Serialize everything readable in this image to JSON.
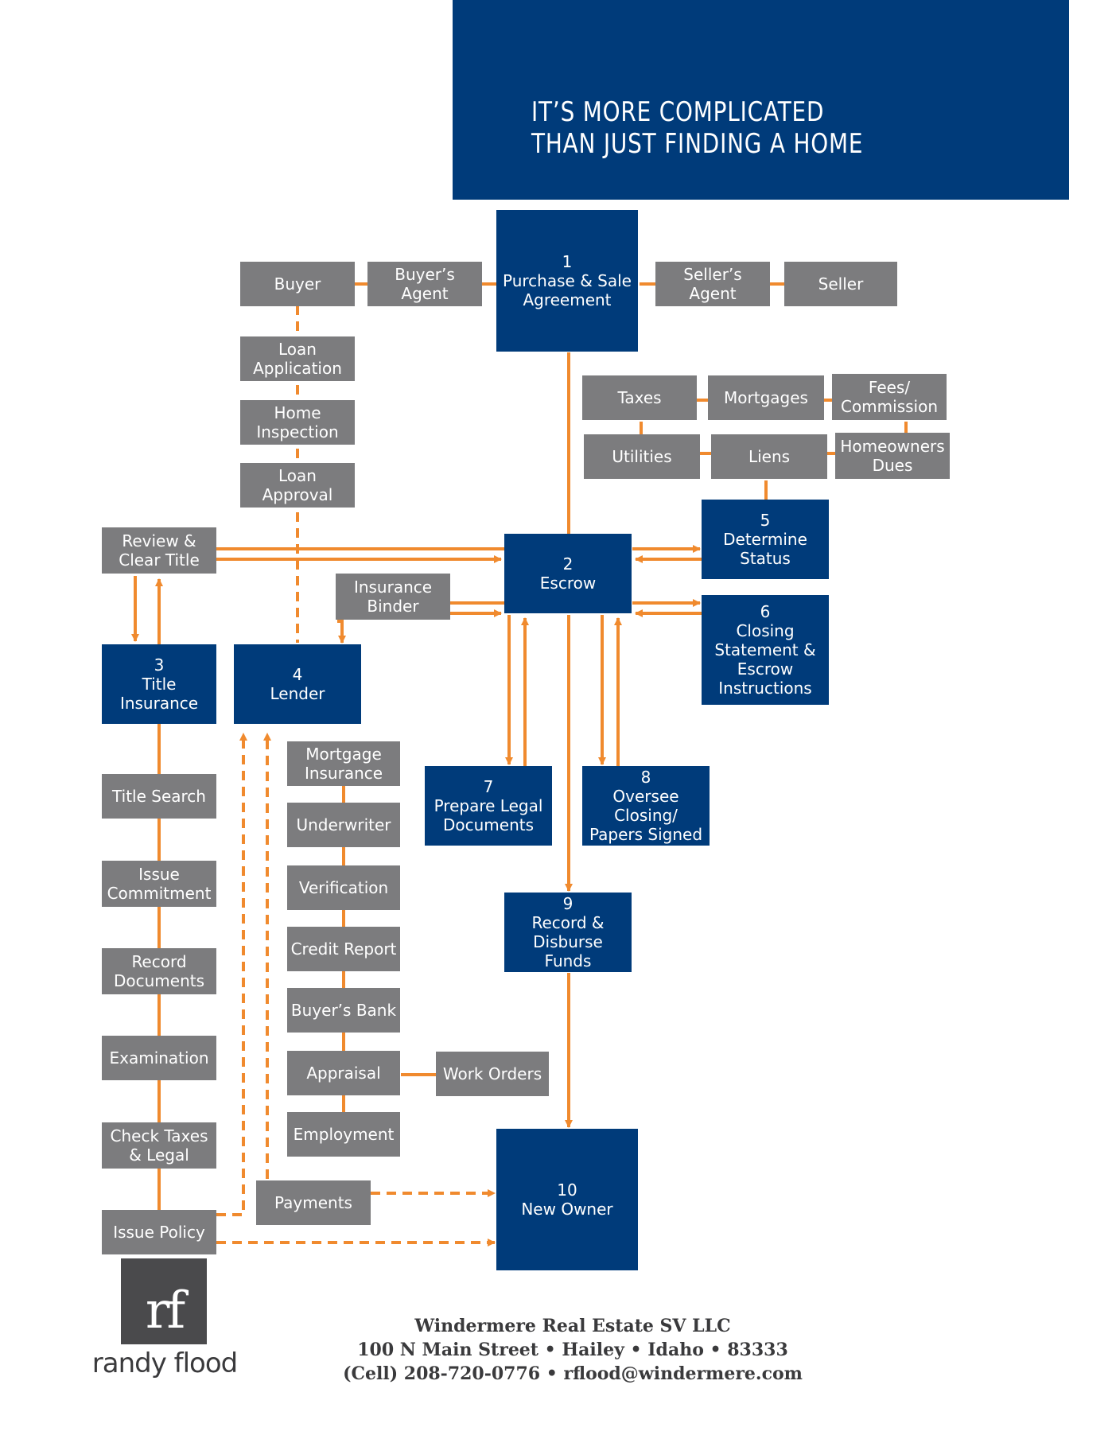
{
  "header": {
    "title_line1": "IT’S MORE COMPLICATED",
    "title_line2": "THAN JUST FINDING A HOME"
  },
  "boxes": {
    "purchase_sale_agreement": "1\nPurchase & Sale\nAgreement",
    "buyer": "Buyer",
    "buyers_agent": "Buyer’s\nAgent",
    "sellers_agent": "Seller’s\nAgent",
    "seller": "Seller",
    "loan_application": "Loan\nApplication",
    "home_inspection": "Home\nInspection",
    "loan_approval": "Loan\nApproval",
    "taxes": "Taxes",
    "mortgages": "Mortgages",
    "fees_commission": "Fees/\nCommission",
    "utilities": "Utilities",
    "liens": "Liens",
    "homeowners_dues": "Homeowners\nDues",
    "determine_status": "5\nDetermine\nStatus",
    "review_clear_title": "Review &\nClear Title",
    "escrow": "2\nEscrow",
    "insurance_binder": "Insurance\nBinder",
    "closing_statement": "6\nClosing\nStatement &\nEscrow\nInstructions",
    "title_insurance": "3\nTitle\nInsurance",
    "lender": "4\nLender",
    "mortgage_insurance": "Mortgage\nInsurance",
    "underwriter": "Underwriter",
    "verification": "Verification",
    "credit_report": "Credit Report",
    "buyers_bank": "Buyer’s Bank",
    "appraisal": "Appraisal",
    "work_orders": "Work Orders",
    "employment": "Employment",
    "payments": "Payments",
    "prepare_legal_documents": "7\nPrepare Legal\nDocuments",
    "oversee_closing": "8\nOversee Closing/\nPapers Signed",
    "record_disburse": "9\nRecord &\nDisburse Funds",
    "new_owner": "10\nNew Owner",
    "title_search": "Title Search",
    "issue_commitment": "Issue\nCommitment",
    "record_documents": "Record\nDocuments",
    "examination": "Examination",
    "check_taxes_legal": "Check Taxes\n& Legal",
    "issue_policy": "Issue Policy"
  },
  "logo": {
    "mark": "rf",
    "name": "randy flood"
  },
  "footer": {
    "company": "Windermere Real Estate SV LLC",
    "address": "100 N Main Street • Hailey • Idaho • 83333",
    "contact": "(Cell) 208-720-0776 • rflood@windermere.com"
  },
  "colors": {
    "navy": "#003b7a",
    "gray": "#7c7c7e",
    "orange": "#f08a2e"
  }
}
